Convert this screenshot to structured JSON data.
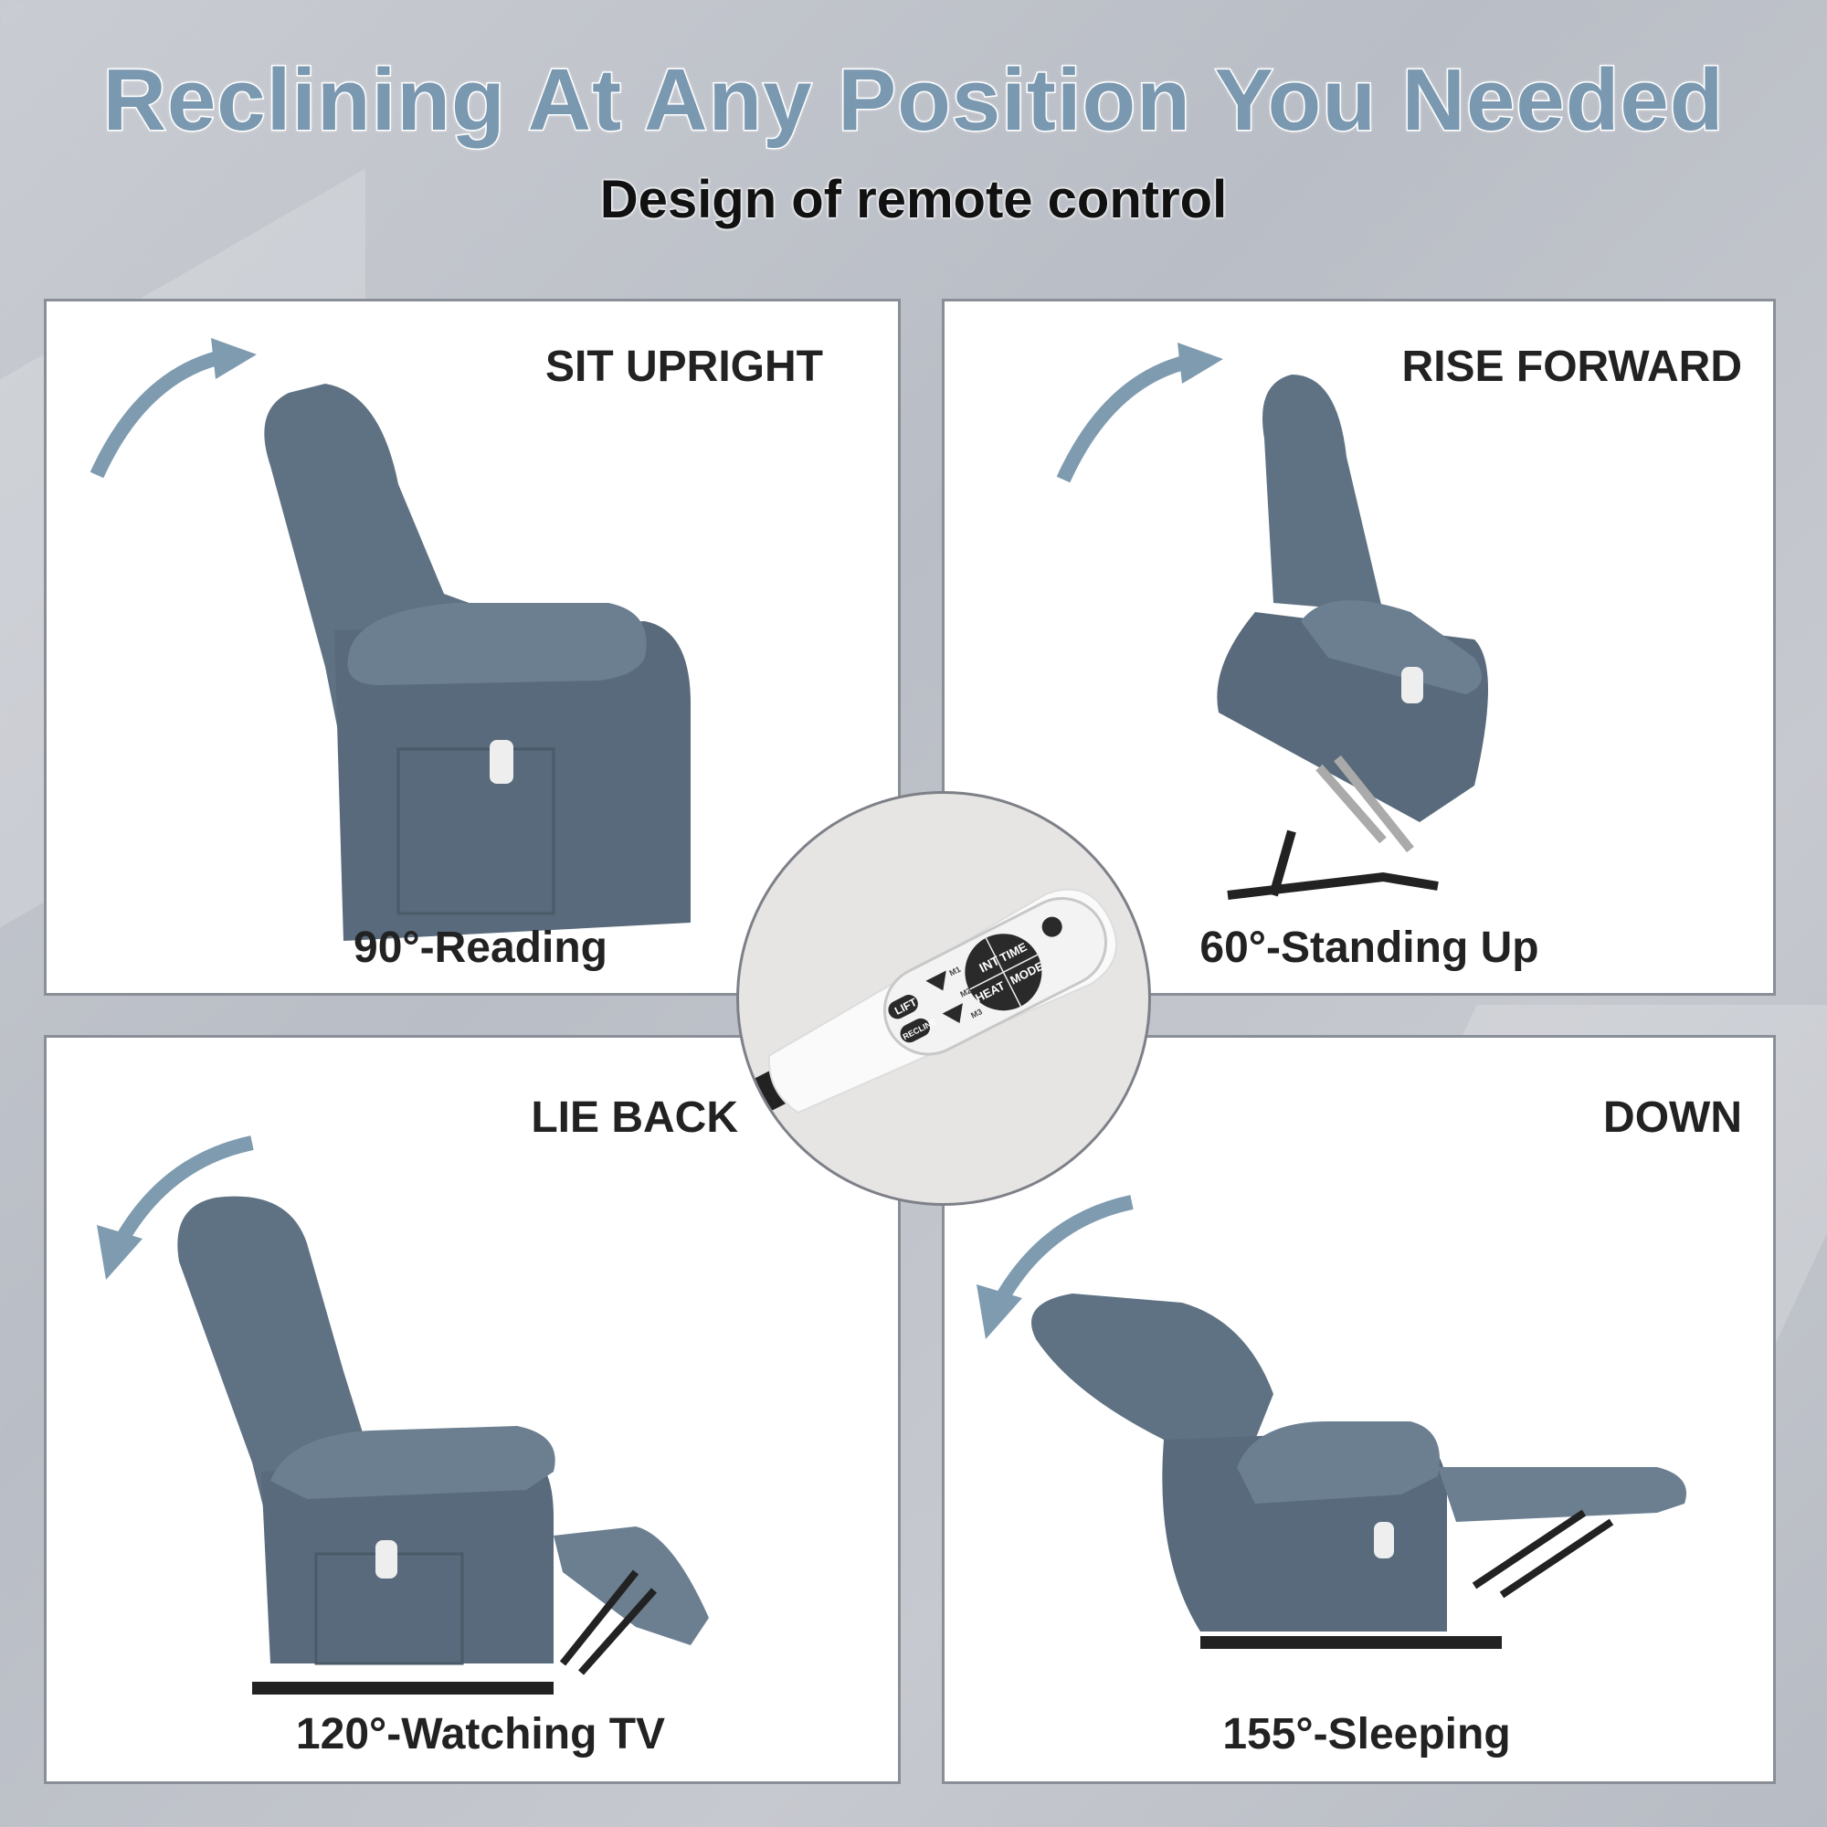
{
  "header": {
    "title": "Reclining At Any Position You Needed",
    "subtitle": "Design of remote control"
  },
  "panels": [
    {
      "heading": "SIT UPRIGHT",
      "caption": "90°-Reading",
      "arrow": "curved-arrow-up-right"
    },
    {
      "heading": "RISE FORWARD",
      "caption": "60°-Standing Up",
      "arrow": "curved-arrow-up-right"
    },
    {
      "heading": "LIE BACK",
      "caption": "120°-Watching TV",
      "arrow": "curved-arrow-down-left"
    },
    {
      "heading": "DOWN",
      "caption": "155°-Sleeping",
      "arrow": "curved-arrow-down-left"
    }
  ],
  "remote": {
    "buttons": [
      "INT",
      "TIME",
      "HEAT",
      "MODE",
      "LIFT",
      "RECLINE",
      "M1",
      "M2",
      "M3"
    ]
  },
  "colors": {
    "title": "#7a98b0",
    "chair": "#5f7283",
    "arrow": "#7f9bb0",
    "panel_border": "#8a8e96"
  }
}
